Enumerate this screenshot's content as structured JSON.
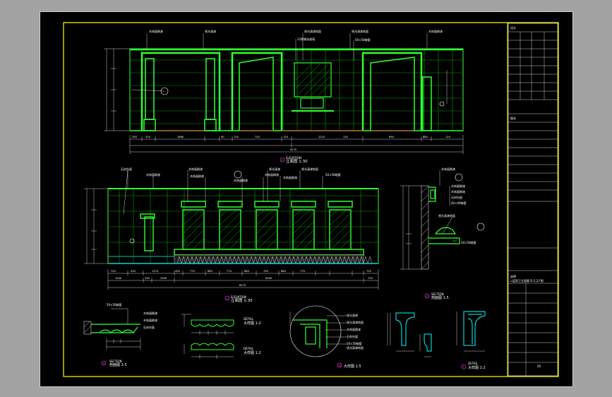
{
  "drawing": {
    "views": {
      "elevation_top": {
        "number": "C",
        "title": "立面图 1:30",
        "caption": "ELEVATION",
        "overall": "4270"
      },
      "elevation_mid": {
        "number": "C",
        "title": "立面图 1:30",
        "caption": "ELEVATION",
        "overall": "6270"
      },
      "section_right": {
        "number": "E",
        "title": "剖面图 1:5",
        "caption": "SECTION"
      },
      "section_left": {
        "number": "A",
        "title": "剖面图 1:5",
        "caption": "SECTION"
      },
      "detail_profiles": {
        "title": "大样图 1:2",
        "caption": "DETAIL"
      },
      "detail_circle": {
        "number": "D",
        "title": "大样图 1:5"
      },
      "detail_right": {
        "number": "F",
        "title": "大样图 1:2",
        "caption": "DETAIL"
      }
    },
    "dimensions": {
      "top_row": [
        "200",
        "320",
        "1880",
        "50",
        "120",
        "720",
        "120",
        "1210",
        "120",
        "690",
        "880",
        "120"
      ],
      "mid_row": [
        "720",
        "330",
        "1270",
        "450",
        "770",
        "880",
        "770",
        "880",
        "790",
        "880",
        "770",
        "720"
      ],
      "mid_row2": [
        "1440",
        "330",
        "2500",
        "4000",
        "720"
      ]
    },
    "title_block": {
      "cell_1": "设计",
      "cell_2": "图名",
      "cell_3": "说明",
      "drawing_name": "二层男卫立面图 D-2,2,F图",
      "sheet_no": "20"
    }
  }
}
